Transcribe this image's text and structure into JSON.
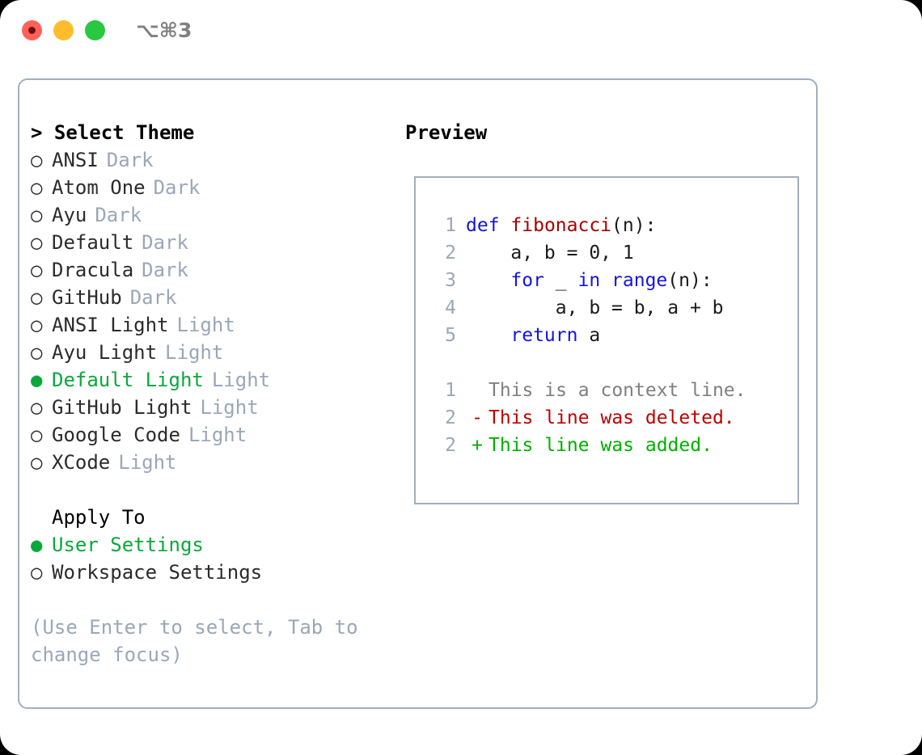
{
  "titlebar": {
    "shortcut": "⌥⌘3",
    "buttons": [
      {
        "name": "close",
        "color": "#ff6159"
      },
      {
        "name": "minimize",
        "color": "#ffbd2e"
      },
      {
        "name": "maximize",
        "color": "#28c840"
      }
    ]
  },
  "colors": {
    "accent_green": "#0ba83c",
    "muted_gray": "#9aa7b8",
    "border": "#a3aebc",
    "keyword_blue": "#1414e0",
    "function_red": "#a80000",
    "diff_add": "#00b000",
    "diff_del": "#c00000",
    "diff_ctx": "#808080"
  },
  "theme_list": {
    "header": "> Select Theme",
    "marker_selected": "●",
    "marker_unselected": "○",
    "items": [
      {
        "label": "ANSI",
        "category": "Dark",
        "selected": false
      },
      {
        "label": "Atom One",
        "category": "Dark",
        "selected": false
      },
      {
        "label": "Ayu",
        "category": "Dark",
        "selected": false
      },
      {
        "label": "Default",
        "category": "Dark",
        "selected": false
      },
      {
        "label": "Dracula",
        "category": "Dark",
        "selected": false
      },
      {
        "label": "GitHub",
        "category": "Dark",
        "selected": false
      },
      {
        "label": "ANSI Light",
        "category": "Light",
        "selected": false
      },
      {
        "label": "Ayu Light",
        "category": "Light",
        "selected": false
      },
      {
        "label": "Default Light",
        "category": "Light",
        "selected": true
      },
      {
        "label": "GitHub Light",
        "category": "Light",
        "selected": false
      },
      {
        "label": "Google Code",
        "category": "Light",
        "selected": false
      },
      {
        "label": "XCode",
        "category": "Light",
        "selected": false
      }
    ]
  },
  "apply_to": {
    "header": "Apply To",
    "items": [
      {
        "label": "User Settings",
        "selected": true
      },
      {
        "label": "Workspace Settings",
        "selected": false
      }
    ]
  },
  "hint": "(Use Enter to select, Tab to change focus)",
  "preview": {
    "header": "Preview",
    "code_lines": [
      {
        "num": "1",
        "tokens": [
          {
            "t": "def",
            "c": "kw"
          },
          {
            "t": " ",
            "c": "plain"
          },
          {
            "t": "fibonacci",
            "c": "fn"
          },
          {
            "t": "(n):",
            "c": "plain"
          }
        ]
      },
      {
        "num": "2",
        "tokens": [
          {
            "t": "    a, b = 0, 1",
            "c": "plain"
          }
        ]
      },
      {
        "num": "3",
        "tokens": [
          {
            "t": "    ",
            "c": "plain"
          },
          {
            "t": "for",
            "c": "kw"
          },
          {
            "t": " _ ",
            "c": "plain"
          },
          {
            "t": "in",
            "c": "kw"
          },
          {
            "t": " ",
            "c": "plain"
          },
          {
            "t": "range",
            "c": "kw"
          },
          {
            "t": "(n):",
            "c": "plain"
          }
        ]
      },
      {
        "num": "4",
        "tokens": [
          {
            "t": "        a, b = b, a + b",
            "c": "plain"
          }
        ]
      },
      {
        "num": "5",
        "tokens": [
          {
            "t": "    ",
            "c": "plain"
          },
          {
            "t": "return",
            "c": "kw"
          },
          {
            "t": " a",
            "c": "plain"
          }
        ]
      }
    ],
    "diff_lines": [
      {
        "num": "1",
        "mark": " ",
        "text": "This is a context line.",
        "kind": "diff-ctx"
      },
      {
        "num": "2",
        "mark": "-",
        "text": "This line was deleted.",
        "kind": "diff-del"
      },
      {
        "num": "2",
        "mark": "+",
        "text": "This line was added.",
        "kind": "diff-add"
      }
    ]
  }
}
